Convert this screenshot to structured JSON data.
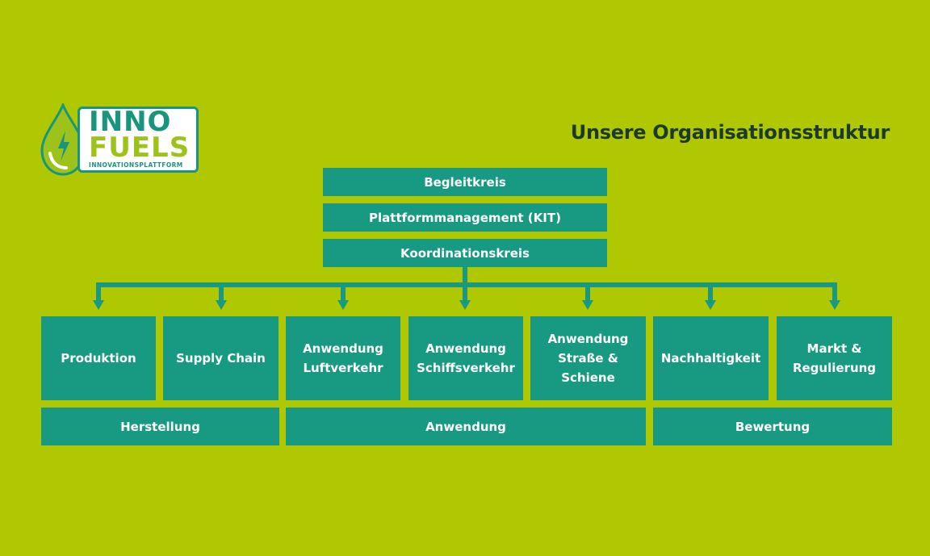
{
  "logo": {
    "line1": "INNO",
    "line2": "FUELS",
    "subline": "INNOVATIONSPLATTFORM"
  },
  "title": "Unsere Organisationsstruktur",
  "top_boxes": [
    "Begleitkreis",
    "Plattformmanagement (KIT)",
    "Koordinationskreis"
  ],
  "units": [
    "Produktion",
    "Supply Chain",
    "Anwendung Luftverkehr",
    "Anwendung Schiffsverkehr",
    "Anwendung Straße & Schiene",
    "Nachhaltigkeit",
    "Markt & Regulierung"
  ],
  "groups": [
    "Herstellung",
    "Anwendung",
    "Bewertung"
  ],
  "colors": {
    "background": "#b0c802",
    "box": "#189a82",
    "title": "#1c3a2a"
  }
}
